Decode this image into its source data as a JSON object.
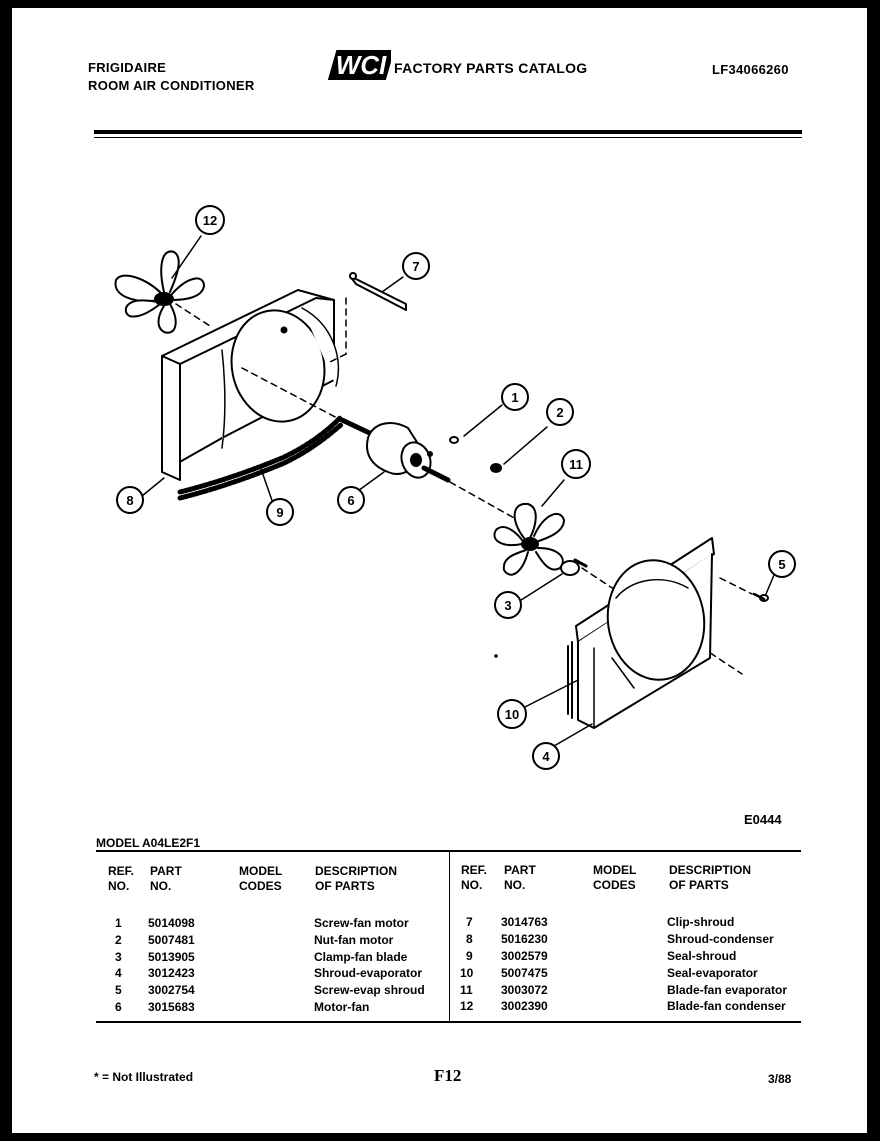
{
  "header": {
    "brand": "FRIGIDAIRE",
    "product": "ROOM AIR CONDITIONER",
    "logo_text": "WCI",
    "catalog_title": "FACTORY PARTS CATALOG",
    "catalog_code": "LF34066260"
  },
  "figure": {
    "code": "E0444",
    "callouts": [
      "1",
      "2",
      "3",
      "4",
      "5",
      "6",
      "7",
      "8",
      "9",
      "10",
      "11",
      "12"
    ]
  },
  "table": {
    "model_label": "MODEL A04LE2F1",
    "headers": {
      "ref": "REF.\nNO.",
      "part": "PART\nNO.",
      "codes": "MODEL\nCODES",
      "desc": "DESCRIPTION\nOF PARTS"
    },
    "left_rows": [
      {
        "ref": "1",
        "part": "5014098",
        "codes": "",
        "desc": "Screw-fan motor"
      },
      {
        "ref": "2",
        "part": "5007481",
        "codes": "",
        "desc": "Nut-fan motor"
      },
      {
        "ref": "3",
        "part": "5013905",
        "codes": "",
        "desc": "Clamp-fan blade"
      },
      {
        "ref": "4",
        "part": "3012423",
        "codes": "",
        "desc": "Shroud-evaporator"
      },
      {
        "ref": "5",
        "part": "3002754",
        "codes": "",
        "desc": "Screw-evap shroud"
      },
      {
        "ref": "6",
        "part": "3015683",
        "codes": "",
        "desc": "Motor-fan"
      }
    ],
    "right_rows": [
      {
        "ref": "7",
        "part": "3014763",
        "codes": "",
        "desc": "Clip-shroud"
      },
      {
        "ref": "8",
        "part": "5016230",
        "codes": "",
        "desc": "Shroud-condenser"
      },
      {
        "ref": "9",
        "part": "3002579",
        "codes": "",
        "desc": "Seal-shroud"
      },
      {
        "ref": "10",
        "part": "5007475",
        "codes": "",
        "desc": "Seal-evaporator"
      },
      {
        "ref": "11",
        "part": "3003072",
        "codes": "",
        "desc": "Blade-fan evaporator"
      },
      {
        "ref": "12",
        "part": "3002390",
        "codes": "",
        "desc": "Blade-fan condenser"
      }
    ]
  },
  "footer": {
    "footnote": "* = Not Illustrated",
    "page": "F12",
    "date": "3/88"
  }
}
